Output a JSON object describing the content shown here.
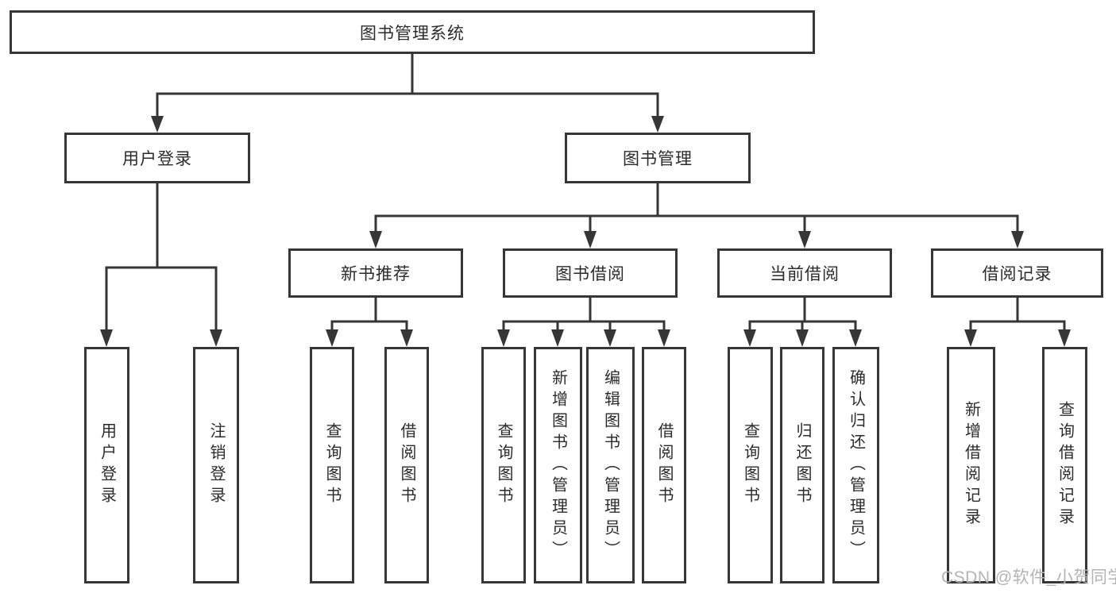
{
  "colors": {
    "border": "#363636",
    "line": "#363636",
    "text": "#2b2b2b",
    "background": "#ffffff",
    "watermark": "#b4b4b4"
  },
  "tree": {
    "root": {
      "label": "图书管理系统"
    },
    "branches": [
      {
        "label": "用户登录",
        "children": [
          "用户登录",
          "注销登录"
        ]
      },
      {
        "label": "图书管理",
        "sections": [
          {
            "label": "新书推荐",
            "children": [
              "查询图书",
              "借阅图书"
            ]
          },
          {
            "label": "图书借阅",
            "children": [
              "查询图书",
              "新增图书（管理员）",
              "编辑图书（管理员）",
              "借阅图书"
            ]
          },
          {
            "label": "当前借阅",
            "children": [
              "查询图书",
              "归还图书",
              "确认归还（管理员）"
            ]
          },
          {
            "label": "借阅记录",
            "children": [
              "新增借阅记录",
              "查询借阅记录"
            ]
          }
        ]
      }
    ]
  },
  "watermark": {
    "text": "CSDN @软件_小贺同学"
  }
}
